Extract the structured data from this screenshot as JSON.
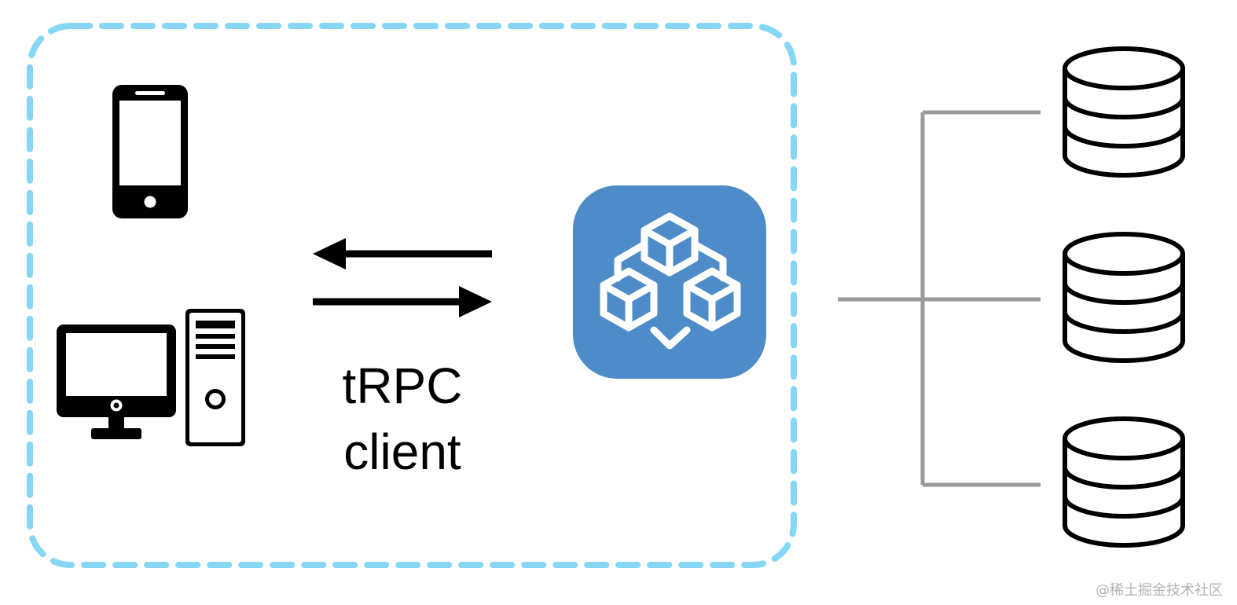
{
  "label": {
    "line1": "tRPC",
    "line2": "client"
  },
  "watermark": "@稀土掘金技术社区",
  "colors": {
    "boundary_dashed": "#86d6f5",
    "service_tile": "#4d8cc8",
    "service_glyph": "#ffffff",
    "connector_lines": "#9a9a9a",
    "icon_stroke": "#000000",
    "watermark": "#b4b4b4"
  },
  "icons": {
    "phone": "mobile-phone-icon",
    "desktop": "desktop-computer-icon",
    "service": "microservice-cubes-icon",
    "database": "database-icon"
  }
}
